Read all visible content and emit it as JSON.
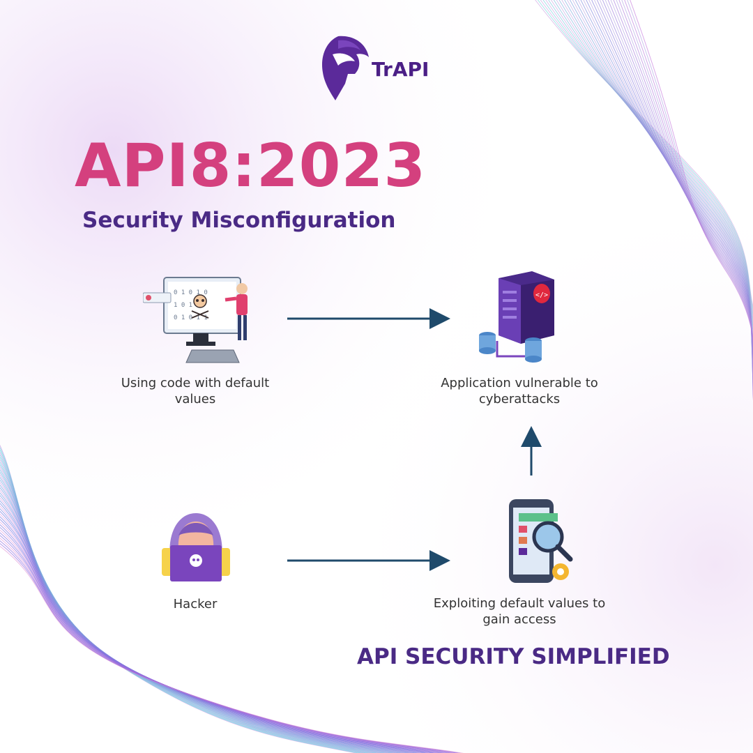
{
  "brand": {
    "name": "TrAPI",
    "icon": "helmet-logo-icon",
    "color": "#4b1f86"
  },
  "heading": {
    "title": "API8:2023",
    "subtitle": "Security Misconfiguration",
    "title_color": "#d4407e",
    "subtitle_color": "#4a2a85"
  },
  "diagram": {
    "nodes": [
      {
        "id": "default-code",
        "label_line1": "Using code with default",
        "label_line2": "values",
        "icon": "computer-skull-icon"
      },
      {
        "id": "vulnerable-app",
        "label_line1": "Application vulnerable to",
        "label_line2": "cyberattacks",
        "icon": "server-bug-icon"
      },
      {
        "id": "hacker",
        "label_line1": "Hacker",
        "label_line2": "",
        "icon": "hooded-hacker-icon"
      },
      {
        "id": "exploit",
        "label_line1": "Exploiting default values to",
        "label_line2": "gain access",
        "icon": "phone-magnifier-icon"
      }
    ],
    "edges": [
      {
        "from": "default-code",
        "to": "vulnerable-app"
      },
      {
        "from": "hacker",
        "to": "exploit"
      },
      {
        "from": "exploit",
        "to": "vulnerable-app"
      }
    ],
    "arrow_color": "#1f4a6b"
  },
  "footer": {
    "text": "API SECURITY SIMPLIFIED"
  }
}
